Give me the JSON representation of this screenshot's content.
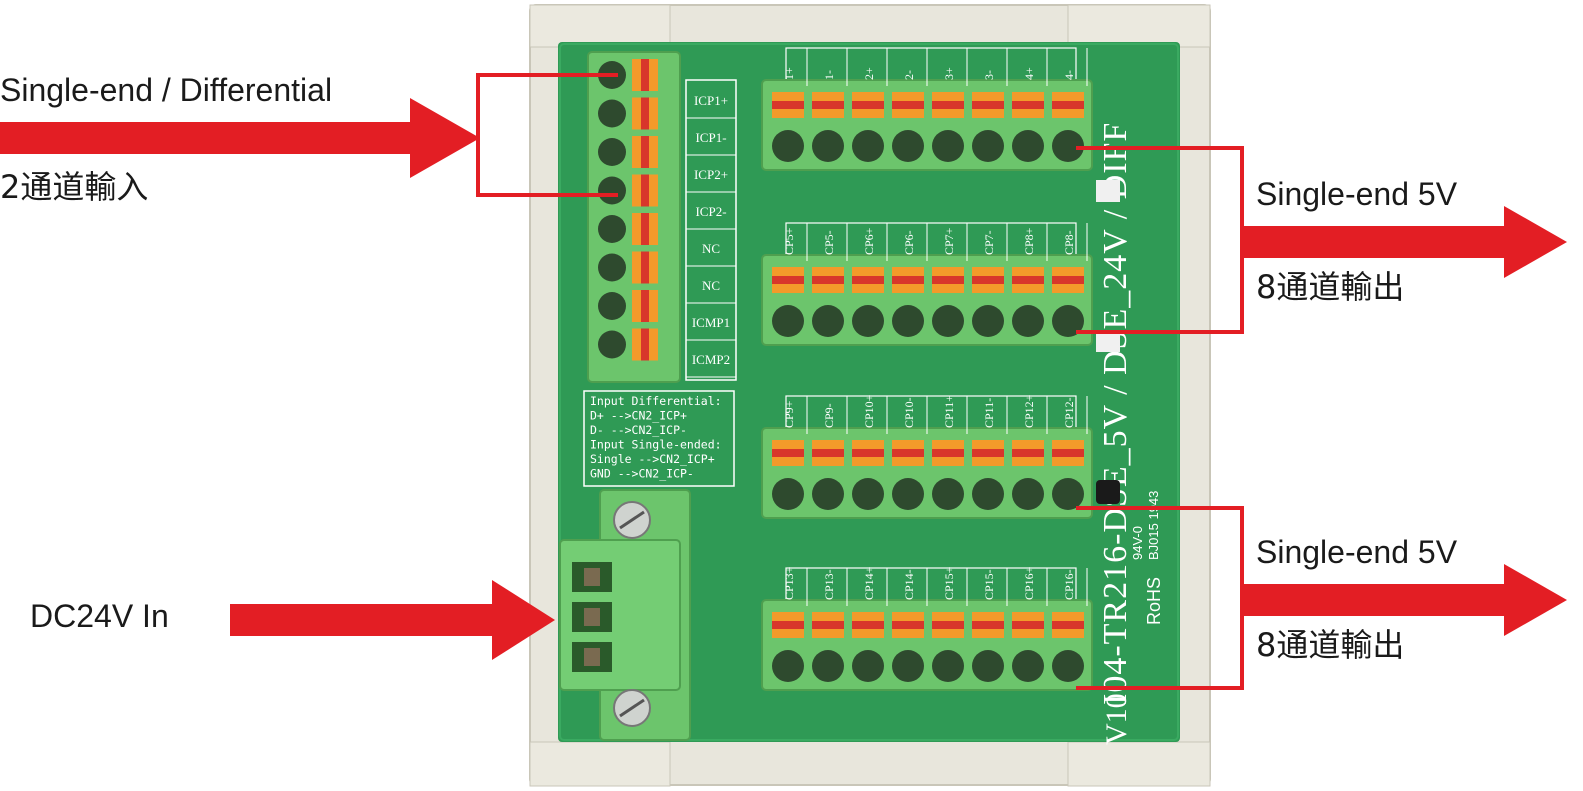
{
  "annotations": {
    "input_signal_label": "Single-end / Differential",
    "input_channels_label": "2通道輸入",
    "output_group_1_label": "Single-end 5V",
    "output_group_1_channels": "8通道輸出",
    "output_group_2_label": "Single-end 5V",
    "output_group_2_channels": "8通道輸出",
    "power_input_label": "DC24V  In"
  },
  "board": {
    "model_text": "I04-TR216-DSE_5V / DSE_24V / DIFF",
    "version_text": "V10",
    "rohs_text": "RoHS",
    "cert_text": "94V-0",
    "cert_code": "BJ015 1943",
    "input_pins": [
      "ICP1+",
      "ICP1-",
      "ICP2+",
      "ICP2-",
      "NC",
      "NC",
      "ICMP1",
      "ICMP2"
    ],
    "note_lines": [
      "Input Differential:",
      "D+      -->CN2_ICP+",
      "D-      -->CN2_ICP-",
      "Input Single-ended:",
      "Single -->CN2_ICP+",
      "GND     -->CN2_ICP-"
    ],
    "output_rows": [
      [
        "1+",
        "1-",
        "2+",
        "2-",
        "3+",
        "3-",
        "4+",
        "4-"
      ],
      [
        "CP5+",
        "CP5-",
        "CP6+",
        "CP6-",
        "CP7+",
        "CP7-",
        "CP8+",
        "CP8-"
      ],
      [
        "CP9+",
        "CP9-",
        "CP10+",
        "CP10-",
        "CP11+",
        "CP11-",
        "CP12+",
        "CP12-"
      ],
      [
        "CP13+",
        "CP13-",
        "CP14+",
        "CP14-",
        "CP15+",
        "CP15-",
        "CP16+",
        "CP16-"
      ]
    ]
  },
  "colors": {
    "accent_red": "#e31e24",
    "pcb_green": "#2f9a55",
    "terminal_green": "#6cc56c",
    "lever_orange": "#f39a2a",
    "lever_red": "#d8362b",
    "enclosure_gray": "#e8e6dc"
  }
}
